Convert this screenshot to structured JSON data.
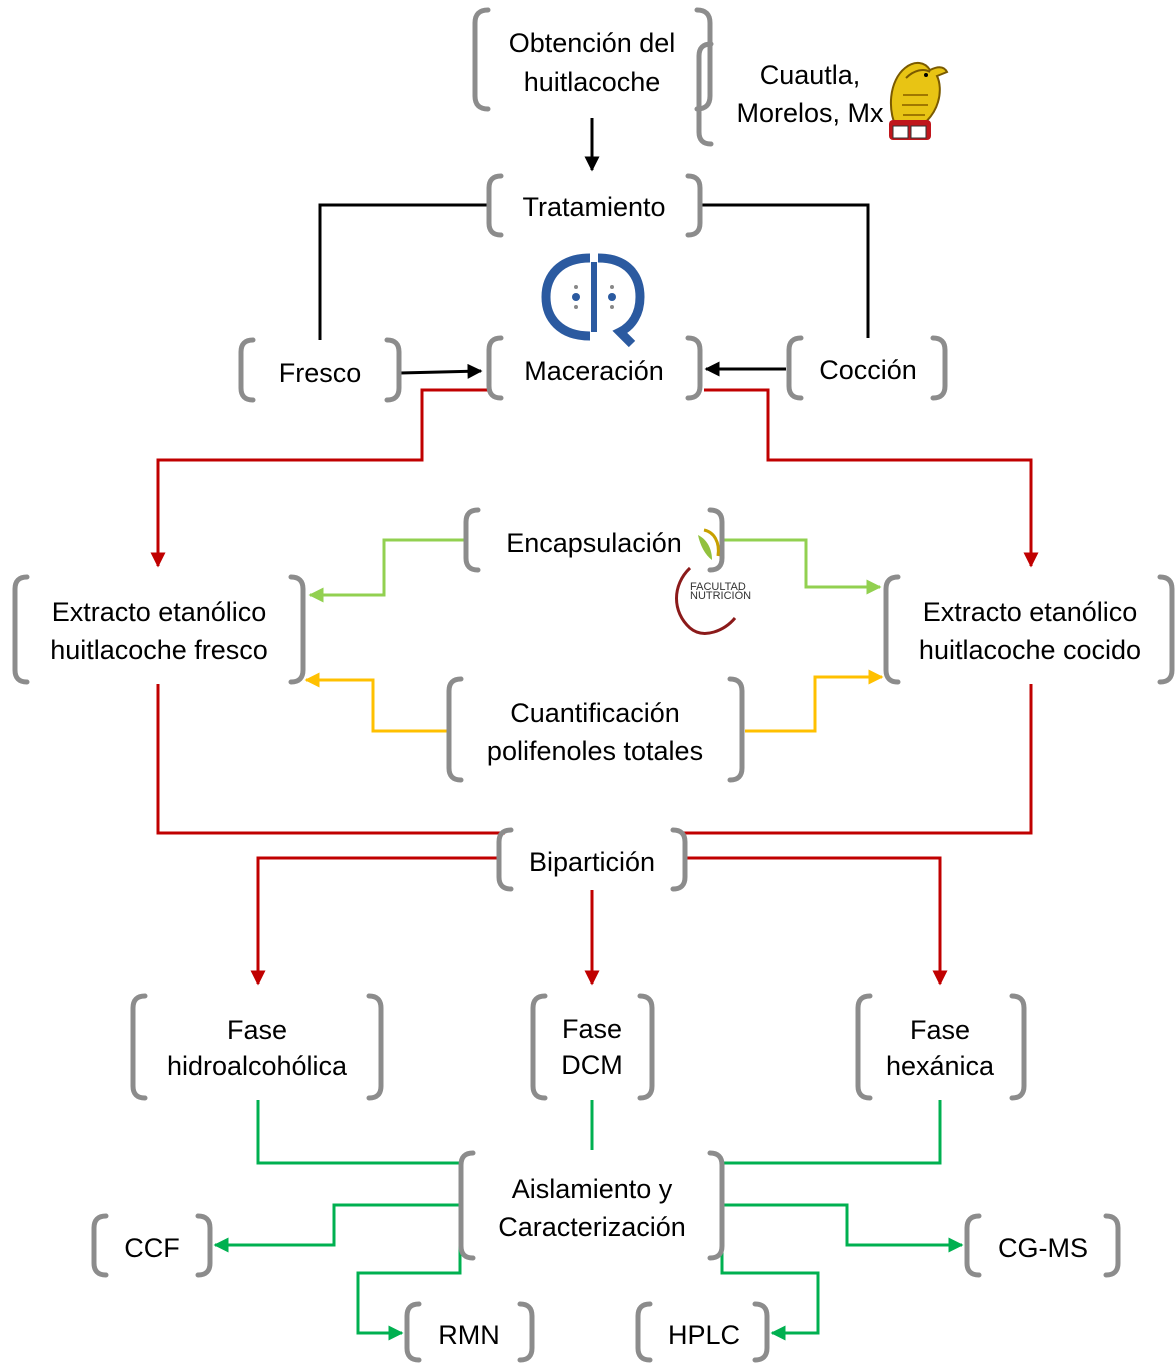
{
  "colors": {
    "black": "#000000",
    "red": "#c00000",
    "light_green": "#92d050",
    "yellow": "#ffc000",
    "green": "#00b050",
    "bracket": "#8c8c8c"
  },
  "nodes": {
    "obtencion": [
      "Obtención del",
      "huitlacoche"
    ],
    "cuautla": [
      "Cuautla,",
      "Morelos, Mx"
    ],
    "tratamiento": [
      "Tratamiento"
    ],
    "fresco": [
      "Fresco"
    ],
    "maceracion": [
      "Maceración"
    ],
    "coccion": [
      "Cocción"
    ],
    "encapsulacion": [
      "Encapsulación"
    ],
    "extracto_fresco": [
      "Extracto etanólico",
      "huitlacoche fresco"
    ],
    "extracto_cocido": [
      "Extracto etanólico",
      "huitlacoche cocido"
    ],
    "cuantificacion": [
      "Cuantificación",
      "polifenoles totales"
    ],
    "biparticion": [
      "Bipartición"
    ],
    "fase_hidro": [
      "Fase",
      "hidroalcohólica"
    ],
    "fase_dcm": [
      "Fase",
      "DCM"
    ],
    "fase_hex": [
      "Fase",
      "hexánica"
    ],
    "aislamiento": [
      "Aislamiento y",
      "Caracterización"
    ],
    "ccf": [
      "CCF"
    ],
    "cgms": [
      "CG-MS"
    ],
    "rmn": [
      "RMN"
    ],
    "hplc": [
      "HPLC"
    ]
  },
  "logos": {
    "facultad_text_1": "FACULTAD",
    "facultad_text_2": "NUTRICIÓN"
  }
}
